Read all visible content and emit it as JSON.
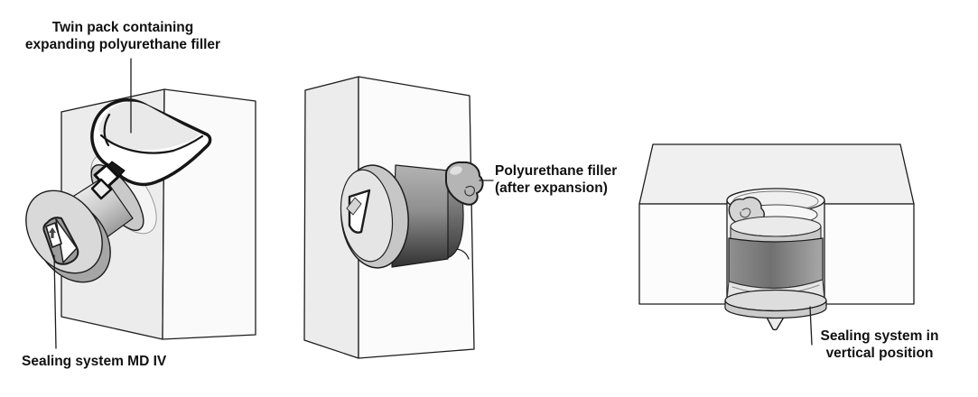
{
  "palette": {
    "background": "#ffffff",
    "outline": "#1c1c1c",
    "block_face_shaded": "#ececec",
    "block_face_light": "#fbfbfb",
    "metal_light": "#e6e6e6",
    "metal_mid": "#9a9a9a",
    "metal_dark": "#2f2f2f",
    "label_text": "#111111"
  },
  "figures": [
    {
      "name": "sealing-system-with-twin-pack",
      "labels": {
        "twin_pack": "Twin pack containing\nexpanding polyurethane filler",
        "system": "Sealing system MD IV"
      }
    },
    {
      "name": "filler-after-expansion",
      "labels": {
        "filler": "Polyurethane filler\n(after expansion)"
      }
    },
    {
      "name": "vertical-installation",
      "labels": {
        "position": "Sealing system in\nvertical position"
      }
    }
  ]
}
